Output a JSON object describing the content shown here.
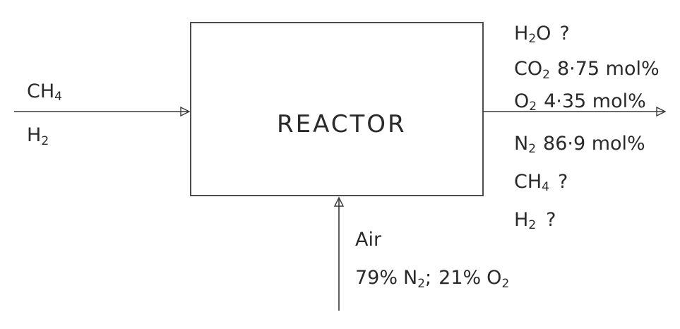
{
  "reactor": {
    "label": "REACTOR"
  },
  "feed": {
    "components": [
      {
        "formula": "CH",
        "subscript": "4"
      },
      {
        "formula": "H",
        "subscript": "2"
      }
    ]
  },
  "air": {
    "label": "Air",
    "composition": {
      "n2_value": "79%",
      "n2_formula": "N",
      "n2_sub": "2",
      "separator": ";",
      "o2_value": "21%",
      "o2_formula": "O",
      "o2_sub": "2"
    }
  },
  "product": {
    "components": [
      {
        "formula": "H",
        "subscript": "2",
        "suffix": "O",
        "value": "?"
      },
      {
        "formula": "CO",
        "subscript": "2",
        "suffix": "",
        "value": "8·75 mol%"
      },
      {
        "formula": "O",
        "subscript": "2",
        "suffix": "",
        "value": "4·35 mol%"
      },
      {
        "formula": "N",
        "subscript": "2",
        "suffix": "",
        "value": "86·9 mol%"
      },
      {
        "formula": "CH",
        "subscript": "4",
        "suffix": "",
        "value": "?"
      },
      {
        "formula": "H",
        "subscript": "2",
        "suffix": "",
        "value": "?"
      }
    ]
  }
}
